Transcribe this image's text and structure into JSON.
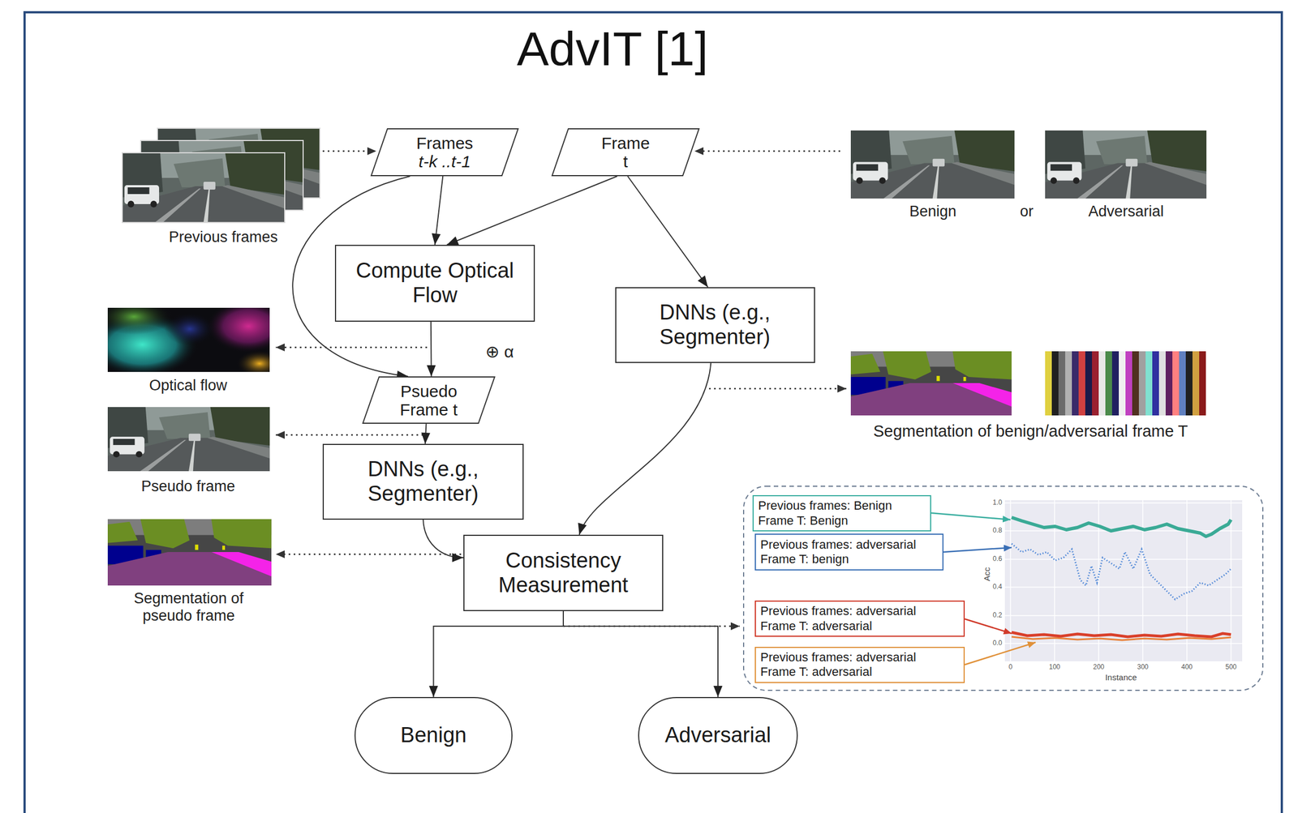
{
  "diagram": {
    "title": "AdvIT [1]",
    "nodes": [
      {
        "text": [
          "Frames",
          "t-k ..t-1"
        ]
      },
      {
        "text": [
          "Frame",
          "t"
        ]
      },
      {
        "text": [
          "Compute Optical Flow"
        ]
      },
      {
        "text": [
          "DNNs (e.g., Segmenter)"
        ]
      },
      {
        "text": [
          "Psuedo Frame t"
        ]
      },
      {
        "text": [
          "DNNs (e.g., Segmenter)"
        ]
      },
      {
        "text": [
          "Consistency Measurement"
        ]
      },
      {
        "text": [
          "Benign"
        ]
      },
      {
        "text": [
          "Adversarial"
        ]
      },
      {
        "text": [
          "Previous frames: Benign",
          "Frame T: Benign"
        ]
      },
      {
        "text": [
          "Previous frames: adversarial",
          "Frame T: benign"
        ]
      },
      {
        "text": [
          "Previous frames: adversarial",
          "Frame T: adversarial"
        ]
      },
      {
        "text": [
          "Previous frames: adversarial",
          "Frame T: adversarial"
        ]
      }
    ],
    "edges": [
      {
        "from": 0,
        "to": 2,
        "arrow": "to"
      },
      {
        "from": 1,
        "to": 2,
        "arrow": "to"
      },
      {
        "from": 1,
        "to": 3,
        "arrow": "to"
      },
      {
        "from": 0,
        "to": 4,
        "arrow": "to"
      },
      {
        "from": 2,
        "to": 4,
        "arrow": "to"
      },
      {
        "from": 4,
        "to": 5,
        "arrow": "to"
      },
      {
        "from": 5,
        "to": 6,
        "arrow": "to"
      },
      {
        "from": 3,
        "to": 6,
        "arrow": "to"
      },
      {
        "from": 6,
        "to": 7,
        "arrow": "to"
      },
      {
        "from": 6,
        "to": 8,
        "arrow": "to"
      }
    ],
    "labels": [
      "Previous frames",
      "Benign",
      "or",
      "Adversarial",
      "Optical flow",
      "⊕ α",
      "Pseudo frame",
      "Segmentation of benign/adversarial frame T",
      "Segmentation of pseudo frame",
      "Acc",
      "Instance",
      "0",
      "100",
      "200",
      "300",
      "400",
      "500",
      "1.0",
      "0.8",
      "0.6",
      "0.4",
      "0.2",
      "0.0"
    ]
  }
}
